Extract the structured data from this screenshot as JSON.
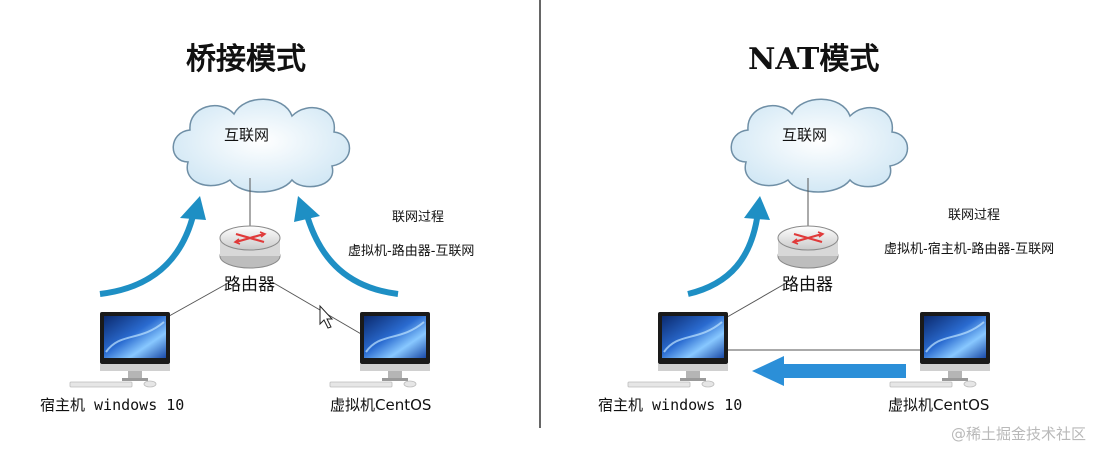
{
  "bridge": {
    "title": "桥接模式",
    "cloud_label": "互联网",
    "router_label": "路由器",
    "process_title": "联网过程",
    "process_path": "虚拟机-路由器-互联网",
    "host_label": "宿主机 windows 10",
    "vm_label": "虚拟机CentOS"
  },
  "nat": {
    "title": "NAT模式",
    "cloud_label": "互联网",
    "router_label": "路由器",
    "process_title": "联网过程",
    "process_path": "虚拟机-宿主机-路由器-互联网",
    "host_label": "宿主机 windows 10",
    "vm_label": "虚拟机CentOS"
  },
  "watermark": "@稀土掘金技术社区",
  "colors": {
    "arrow": "#1e8fc4",
    "nat_arrow": "#2b8fd8",
    "divider": "#333333",
    "cloud_stroke": "#6f8fa6",
    "cloud_fill": "#eef6fb"
  }
}
